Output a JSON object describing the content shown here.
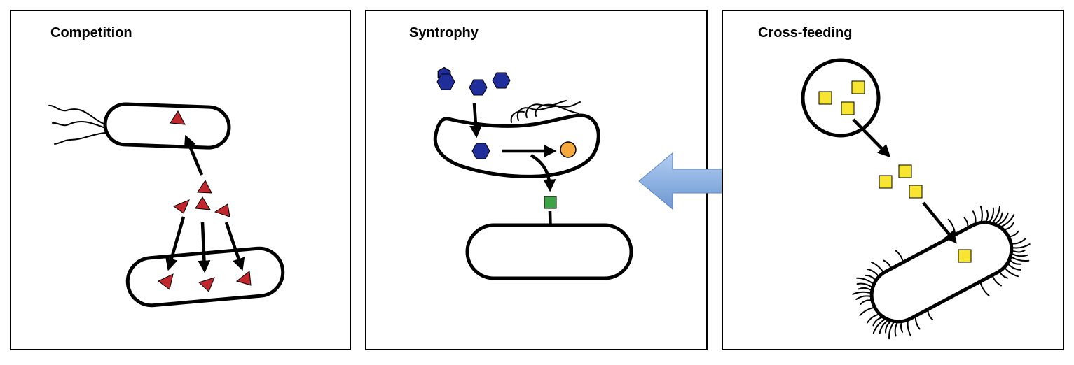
{
  "panels": [
    {
      "title": "Competition"
    },
    {
      "title": "Syntrophy"
    },
    {
      "title": "Cross-feeding"
    }
  ],
  "colors": {
    "triangle": "#c0282d",
    "hexagon": "#1f2e9b",
    "circle": "#f5a83c",
    "green_square": "#3ea345",
    "yellow_square": "#f7e531",
    "double_arrow": "#8eb3e3"
  },
  "icons": {
    "competition": [
      "flagellated-bacterium-icon",
      "bacterium-icon",
      "triangle-molecule-icon"
    ],
    "syntrophy": [
      "hexagon-molecule-icon",
      "circle-molecule-icon",
      "square-molecule-icon",
      "bacterium-icon"
    ],
    "cross-feeding": [
      "vesicle-icon",
      "square-molecule-icon",
      "hairy-bacterium-icon"
    ],
    "connector": "double-headed-arrow-icon"
  }
}
